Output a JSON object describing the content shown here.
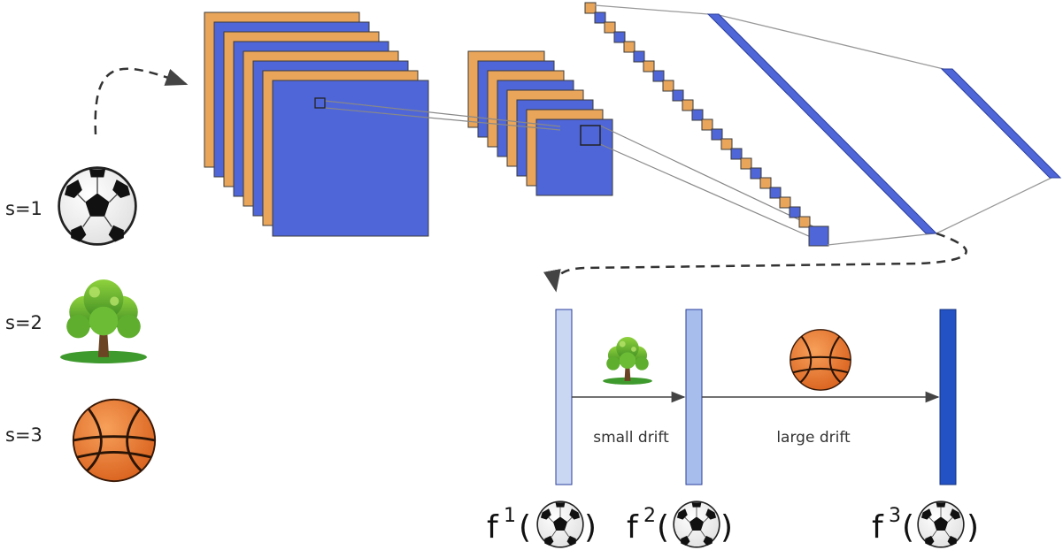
{
  "samples": [
    {
      "label": "s=1",
      "icon": "soccer-ball-icon"
    },
    {
      "label": "s=2",
      "icon": "tree-icon"
    },
    {
      "label": "s=3",
      "icon": "basketball-icon"
    }
  ],
  "drifts": {
    "small": "small drift",
    "large": "large drift"
  },
  "outputs": [
    {
      "func": "f",
      "sup": "1"
    },
    {
      "func": "f",
      "sup": "2"
    },
    {
      "func": "f",
      "sup": "3"
    }
  ],
  "colors": {
    "orange_map": "#e9a55a",
    "blue_map": "#4f66d9",
    "bar1": "#c9d7f3",
    "bar2": "#a7bdeb",
    "bar3": "#2252c4"
  }
}
